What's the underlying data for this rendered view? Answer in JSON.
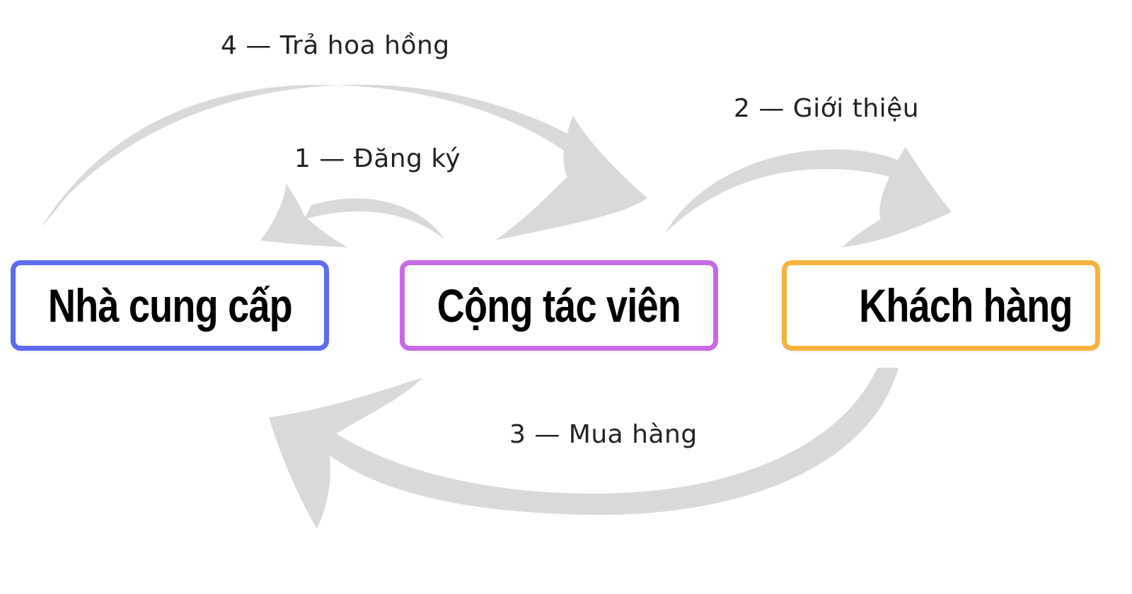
{
  "nodes": {
    "supplier": {
      "label": "Nhà cung cấp",
      "border_color": "#5b6cf0"
    },
    "collaborator": {
      "label": "Cộng tác viên",
      "border_color": "#c86ae6"
    },
    "customer": {
      "label": "Khách hàng",
      "border_color": "#f7b23e"
    }
  },
  "steps": {
    "step1": "1 — Đăng ký",
    "step2": "2 — Giới thiệu",
    "step3": "3 — Mua hàng",
    "step4": "4 — Trả hoa hồng"
  },
  "arrow_color": "#d9d9d9",
  "edges": [
    {
      "from": "collaborator",
      "to": "supplier",
      "label_key": "step1"
    },
    {
      "from": "collaborator",
      "to": "customer",
      "label_key": "step2"
    },
    {
      "from": "customer",
      "to": "supplier",
      "label_key": "step3"
    },
    {
      "from": "supplier",
      "to": "collaborator",
      "label_key": "step4"
    }
  ]
}
